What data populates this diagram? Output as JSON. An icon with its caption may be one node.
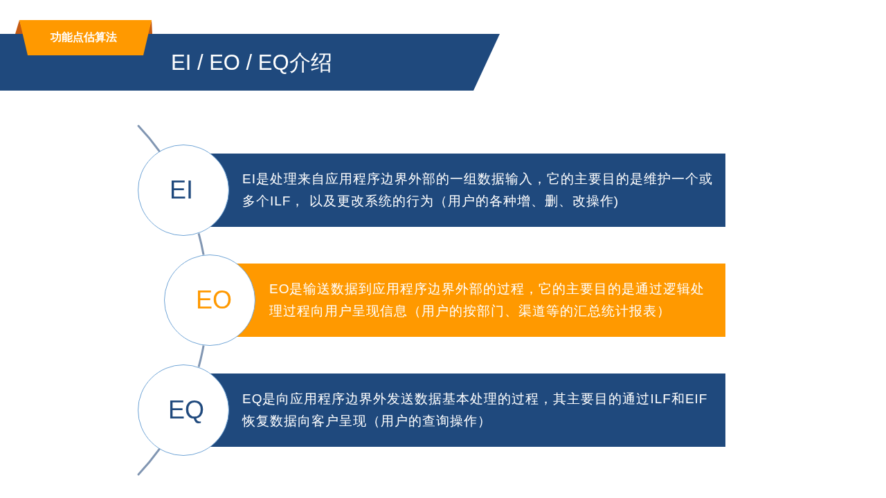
{
  "diagram": {
    "title": "EI / EO / EQ介绍",
    "nodes": [
      {
        "text": [
          "功能点估算法"
        ]
      },
      {
        "text": [
          "EI"
        ]
      },
      {
        "text": [
          "EI是处理来自应用程序边界外部的一组数据输入，它的主要目的是维护一个或多个ILF， 以及更改系统的行为（用户的各种增、删、改操作)"
        ]
      },
      {
        "text": [
          "EO"
        ]
      },
      {
        "text": [
          "EO是输送数据到应用程序边界外部的过程，它的主要目的是通过逻辑处理过程向用户呈现信息（用户的按部门、渠道等的汇总统计报表）"
        ]
      },
      {
        "text": [
          "EQ"
        ]
      },
      {
        "text": [
          "EQ是向应用程序边界外发送数据基本处理的过程，其主要目的通过ILF和EIF恢复数据向客户呈现（用户的查询操作）"
        ]
      }
    ],
    "edges": [
      {
        "from": 1,
        "to": 3,
        "arrow": "none"
      },
      {
        "from": 3,
        "to": 5,
        "arrow": "none"
      }
    ]
  }
}
